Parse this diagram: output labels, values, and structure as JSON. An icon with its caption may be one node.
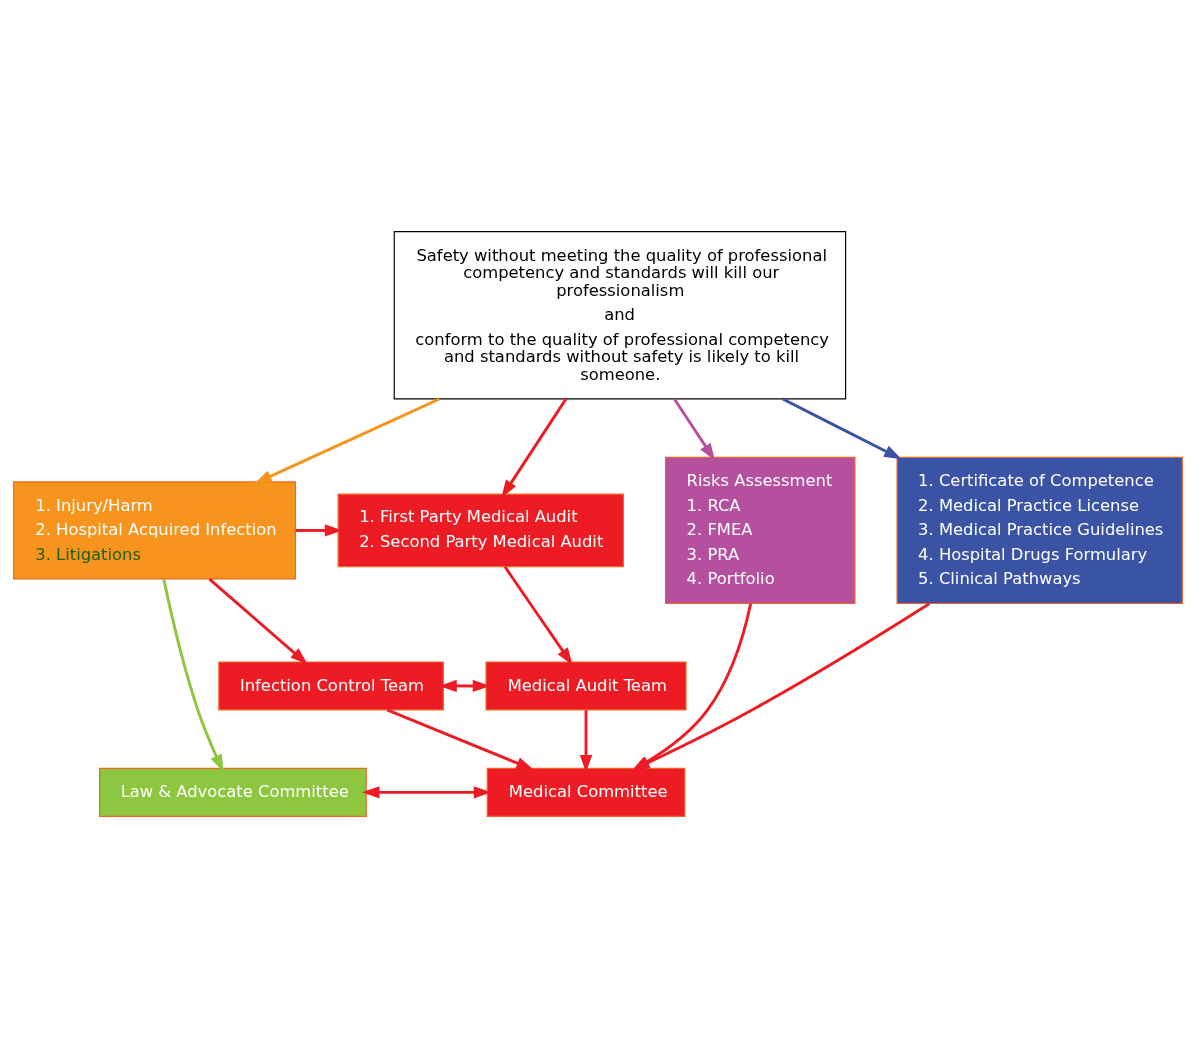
{
  "diagram": {
    "nodes": [
      {
        "text": [
          "Safety without meeting the quality of professional competency and standards will kill our professionalism",
          "and",
          "conform to the quality of professional competency and standards without safety is likely to kill someone."
        ]
      },
      {
        "text": [
          "1. Injury/Harm",
          "2. Hospital Acquired Infection",
          "3. Litigations"
        ]
      },
      {
        "text": [
          "1. First Party Medical Audit",
          "2. Second Party Medical Audit"
        ]
      },
      {
        "text": [
          "Risks Assessment",
          "1. RCA",
          "2. FMEA",
          "3. PRA",
          "4. Portfolio"
        ]
      },
      {
        "text": [
          "1. Certificate of Competence",
          "2. Medical Practice License",
          "3. Medical Practice Guidelines",
          "4. Hospital Drugs Formulary",
          "5. Clinical Pathways"
        ]
      },
      {
        "text": [
          "Infection Control Team"
        ]
      },
      {
        "text": [
          "Medical Audit Team"
        ]
      },
      {
        "text": [
          "Law & Advocate Committee"
        ]
      },
      {
        "text": [
          "Medical Committee"
        ]
      }
    ],
    "edges": [
      {
        "from": 0,
        "to": 1,
        "arrow": "to",
        "color": "#f7941d"
      },
      {
        "from": 0,
        "to": 2,
        "arrow": "to"
      },
      {
        "from": 0,
        "to": 3,
        "arrow": "to",
        "color": "#b5509f"
      },
      {
        "from": 0,
        "to": 4,
        "arrow": "to",
        "color": "#3a53a4"
      },
      {
        "from": 1,
        "to": 2,
        "arrow": "to"
      },
      {
        "from": 1,
        "to": 5,
        "arrow": "to"
      },
      {
        "from": 2,
        "to": 6,
        "arrow": "to"
      },
      {
        "from": 5,
        "to": 6,
        "arrow": "both"
      },
      {
        "from": 1,
        "to": 7,
        "arrow": "to",
        "color": "#8dc63f"
      },
      {
        "from": 5,
        "to": 8,
        "arrow": "to"
      },
      {
        "from": 6,
        "to": 8,
        "arrow": "to"
      },
      {
        "from": 3,
        "to": 8,
        "arrow": "to"
      },
      {
        "from": 4,
        "to": 8,
        "arrow": "to"
      },
      {
        "from": 7,
        "to": 8,
        "arrow": "both"
      }
    ]
  }
}
